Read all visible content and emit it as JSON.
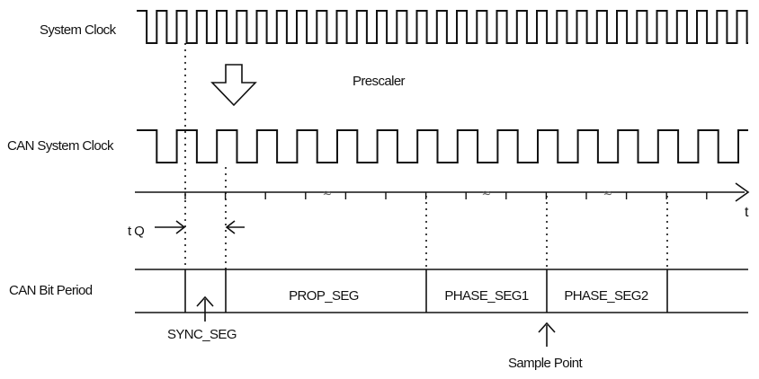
{
  "labels": {
    "system_clock": "System Clock",
    "prescaler": "Prescaler",
    "can_system_clock": "CAN System Clock",
    "time_axis": "t",
    "tq": "t Q",
    "can_bit_period": "CAN Bit Period",
    "sync_seg": "SYNC_SEG",
    "sample_point": "Sample Point"
  },
  "segments": {
    "prop_seg": "PROP_SEG",
    "phase_seg1": "PHASE_SEG1",
    "phase_seg2": "PHASE_SEG2"
  },
  "axis_break_glyph": "≈"
}
